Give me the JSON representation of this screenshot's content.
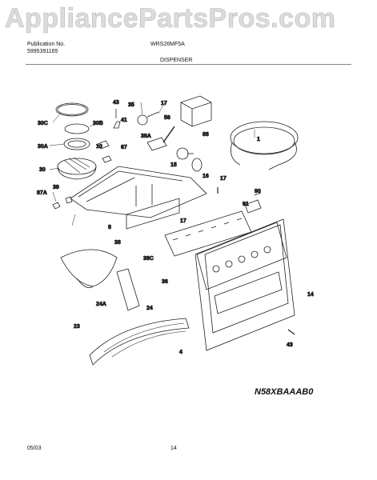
{
  "watermark": "AppliancePartsPros.com",
  "header": {
    "publication_label": "Publication No.",
    "publication_number": "5995391165",
    "model": "WRS26MF5A",
    "section": "DISPENSER"
  },
  "footer": {
    "date": "05/03",
    "page": "14"
  },
  "model_code": "N58XBAAAB0",
  "callouts": [
    "43",
    "35",
    "17",
    "30C",
    "30B",
    "41",
    "56",
    "88",
    "30A",
    "10",
    "67",
    "38A",
    "1",
    "15",
    "16",
    "30",
    "39",
    "17",
    "87A",
    "90",
    "91",
    "8",
    "17",
    "38",
    "38C",
    "14",
    "36",
    "24A",
    "24",
    "23",
    "4",
    "43"
  ]
}
